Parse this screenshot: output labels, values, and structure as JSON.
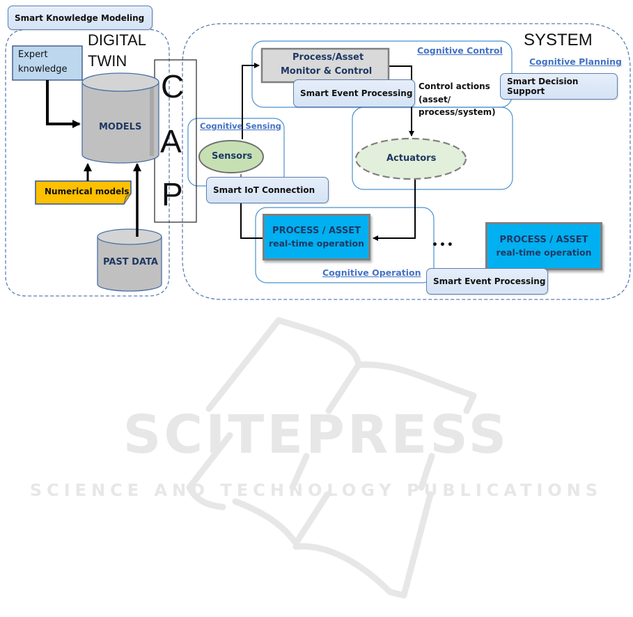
{
  "diagram": {
    "digital_twin": {
      "header": "Smart Knowledge Modeling",
      "title_line1": "DIGITAL",
      "title_line2": "TWIN",
      "expert_knowledge_line1": "Expert",
      "expert_knowledge_line2": "knowledge",
      "models_label": "MODELS",
      "numerical_models_label": "Numerical models",
      "past_data_label": "PAST DATA"
    },
    "cap": {
      "letters": [
        "C",
        "A",
        "P"
      ]
    },
    "system": {
      "title": "SYSTEM",
      "cognitive_control": "Cognitive Control",
      "cognitive_planning": "Cognitive Planning",
      "cognitive_sensing": "Cognitive Sensing",
      "cognitive_operation": "Cognitive Operation",
      "monitor_line1": "Process/Asset",
      "monitor_line2": "Monitor & Control",
      "smart_event_processing_top": "Smart Event Processing",
      "smart_decision_support": "Smart Decision Support",
      "control_actions_line1": "Control actions",
      "control_actions_line2": "(asset/",
      "control_actions_line3": "process/system)",
      "sensors_label": "Sensors",
      "actuators_label": "Actuators",
      "smart_iot_connection": "Smart IoT Connection",
      "process_asset_1_line1": "PROCESS / ASSET",
      "process_asset_1_line2": "real-time operation",
      "ellipsis": "•••",
      "process_asset_2_line1": "PROCESS / ASSET",
      "process_asset_2_line2": "real-time operation",
      "smart_event_processing_bottom": "Smart Event Processing"
    },
    "colors": {
      "dashed_border": "#5b7fb3",
      "cognitive_link": "#4472c4",
      "pill_fill": "#dae6f5",
      "cylinder_fill": "#c0c0c0",
      "numerical_models_fill": "#ffc000",
      "sensors_fill": "#c6e0b4",
      "actuators_fill": "#e2efda",
      "process_box_fill": "#00b0f0",
      "monitor_box_fill": "#d9d9d9"
    }
  },
  "watermark": {
    "brand": "SCITEPRESS",
    "tagline": "SCIENCE AND TECHNOLOGY PUBLICATIONS"
  }
}
